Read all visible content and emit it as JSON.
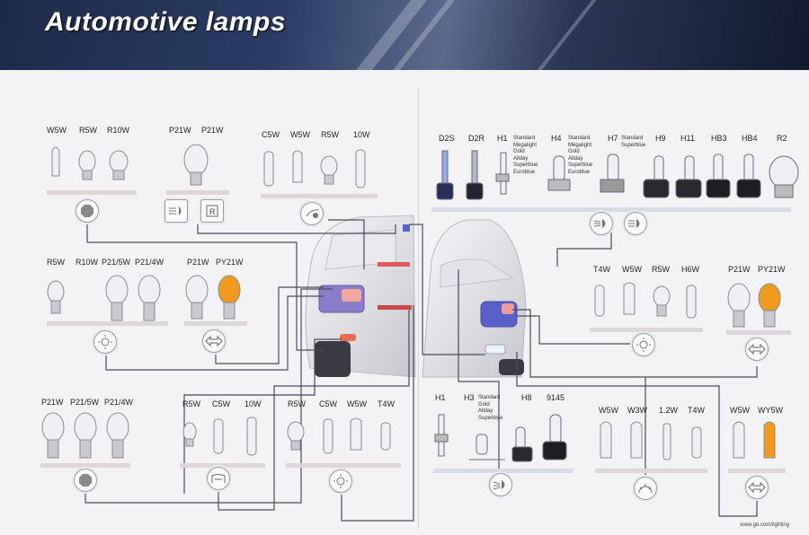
{
  "title": "Automotive lamps",
  "footer_url": "www.ge.com/lighting",
  "colors": {
    "banner": "#1c2a4a",
    "amber": "#f29a1c",
    "wire": "#4b4b5c",
    "band": "#dcd6da"
  },
  "groups": {
    "g1": [
      "W5W",
      "R5W",
      "R10W"
    ],
    "g2": [
      "P21W",
      "P21W"
    ],
    "g3": [
      "C5W",
      "W5W",
      "R5W",
      "10W"
    ],
    "g4": [
      "R5W",
      "R10W",
      "P21/5W",
      "P21/4W"
    ],
    "g5": [
      "P21W",
      "PY21W"
    ],
    "g6": [
      "P21W",
      "P21/5W",
      "P21/4W"
    ],
    "g7": [
      "R5W",
      "C5W",
      "10W"
    ],
    "g8": [
      "R5W",
      "C5W",
      "W5W",
      "T4W"
    ],
    "g9": [
      "D2S",
      "D2R",
      "H1",
      "H4",
      "H7",
      "H9",
      "H11",
      "HB3",
      "HB4",
      "R2"
    ],
    "g10": [
      "T4W",
      "W5W",
      "R5W",
      "H6W"
    ],
    "g11": [
      "P21W",
      "PY21W"
    ],
    "g12": [
      "H1",
      "H3",
      "H8",
      "9145"
    ],
    "g13": [
      "W5W",
      "W3W",
      "1.2W",
      "T4W"
    ],
    "g14": [
      "W5W",
      "WY5W"
    ]
  },
  "variants": {
    "h1": "Standard\nMegalight\nGold\nAllday\nSuperblue\nEuroblue",
    "h4": "Standard\nMegalight\nGold\nAllday\nSuperblue\nEuroblue",
    "h7": "Standard\nSuperblue",
    "h3": "Standard\nGold\nAllday\nSuperblue"
  },
  "icons": [
    "fog-lamp-icon",
    "rear-fog-icon",
    "reverse-lamp-icon",
    "indicator-arrows-icon",
    "interior-light-icon",
    "headlight-icon"
  ]
}
